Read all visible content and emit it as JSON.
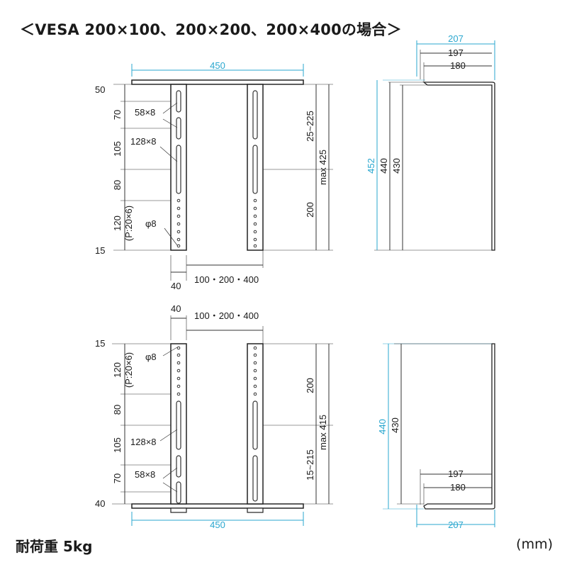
{
  "title": "＜VESA 200×100、200×200、200×400の場合＞",
  "footer": {
    "load": "耐荷重 5kg",
    "unit": "(mm)"
  },
  "colors": {
    "accent_dimension": "#2aa7cf",
    "line": "#333333"
  },
  "top_front": {
    "width": "450",
    "col_labels": {
      "c50": "50",
      "c70": "70",
      "c105": "105",
      "c80": "80",
      "c120": "120",
      "pitch": "(P:20×6)",
      "c15": "15"
    },
    "slot_a": "58×8",
    "slot_b": "128×8",
    "hole": "φ8",
    "right_a": "25~225",
    "right_b": "200",
    "right_max": "max 425",
    "bottom_40": "40",
    "bottom_spacing": "100・200・400"
  },
  "bottom_front": {
    "top_40": "40",
    "top_spacing": "100・200・400",
    "col_labels": {
      "c15": "15",
      "c120": "120",
      "pitch": "(P:20×6)",
      "c80": "80",
      "c105": "105",
      "c70": "70",
      "c40": "40"
    },
    "hole": "φ8",
    "slot_b": "128×8",
    "slot_a": "58×8",
    "right_a": "200",
    "right_b": "15~215",
    "right_max": "max 415",
    "width": "450"
  },
  "top_side": {
    "w207": "207",
    "w197": "197",
    "w180": "180",
    "h452": "452",
    "h440": "440",
    "h430": "430"
  },
  "bottom_side": {
    "h440": "440",
    "h430": "430",
    "w197": "197",
    "w180": "180",
    "w207": "207"
  }
}
